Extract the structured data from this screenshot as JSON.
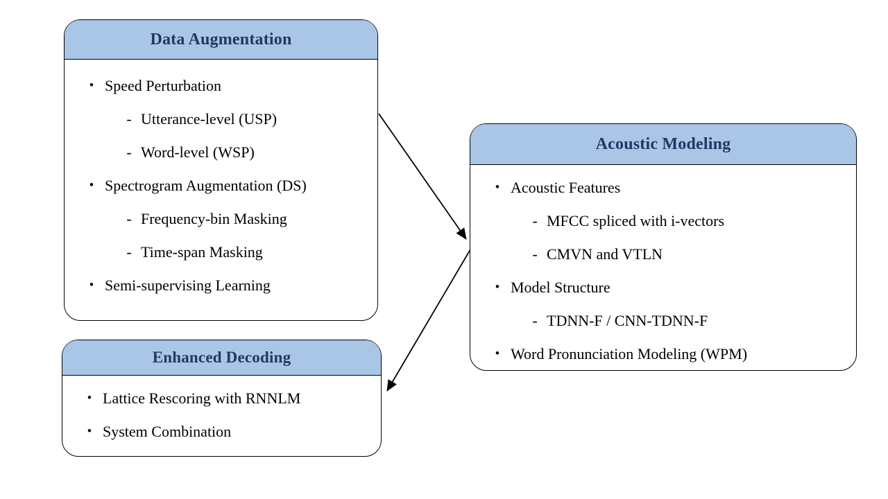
{
  "colors": {
    "canvas_bg": "#ffffff",
    "header_fill": "#a9c6e7",
    "header_text": "#1f3864",
    "body_text": "#000000",
    "border": "#000000",
    "arrow": "#000000"
  },
  "glyphs": {
    "bullet": "•",
    "dash": "-"
  },
  "boxes": [
    {
      "title": "Data Augmentation",
      "items": [
        {
          "level": 1,
          "text": "Speed Perturbation"
        },
        {
          "level": 2,
          "text": "Utterance-level (USP)"
        },
        {
          "level": 2,
          "text": "Word-level (WSP)"
        },
        {
          "level": 1,
          "text": "Spectrogram Augmentation (DS)"
        },
        {
          "level": 2,
          "text": "Frequency-bin Masking"
        },
        {
          "level": 2,
          "text": "Time-span Masking"
        },
        {
          "level": 1,
          "text": "Semi-supervising Learning"
        }
      ]
    },
    {
      "title": "Acoustic Modeling",
      "items": [
        {
          "level": 1,
          "text": "Acoustic Features"
        },
        {
          "level": 2,
          "text": "MFCC spliced with i-vectors"
        },
        {
          "level": 2,
          "text": "CMVN and VTLN"
        },
        {
          "level": 1,
          "text": "Model Structure"
        },
        {
          "level": 2,
          "text": "TDNN-F / CNN-TDNN-F"
        },
        {
          "level": 1,
          "text": "Word Pronunciation Modeling (WPM)"
        }
      ]
    },
    {
      "title": "Enhanced Decoding",
      "items": [
        {
          "level": 1,
          "text": "Lattice Rescoring with RNNLM"
        },
        {
          "level": 1,
          "text": "System Combination"
        }
      ]
    }
  ],
  "connections": [
    {
      "from": "Data Augmentation",
      "to": "Acoustic Modeling"
    },
    {
      "from": "Acoustic Modeling",
      "to": "Enhanced Decoding"
    }
  ]
}
